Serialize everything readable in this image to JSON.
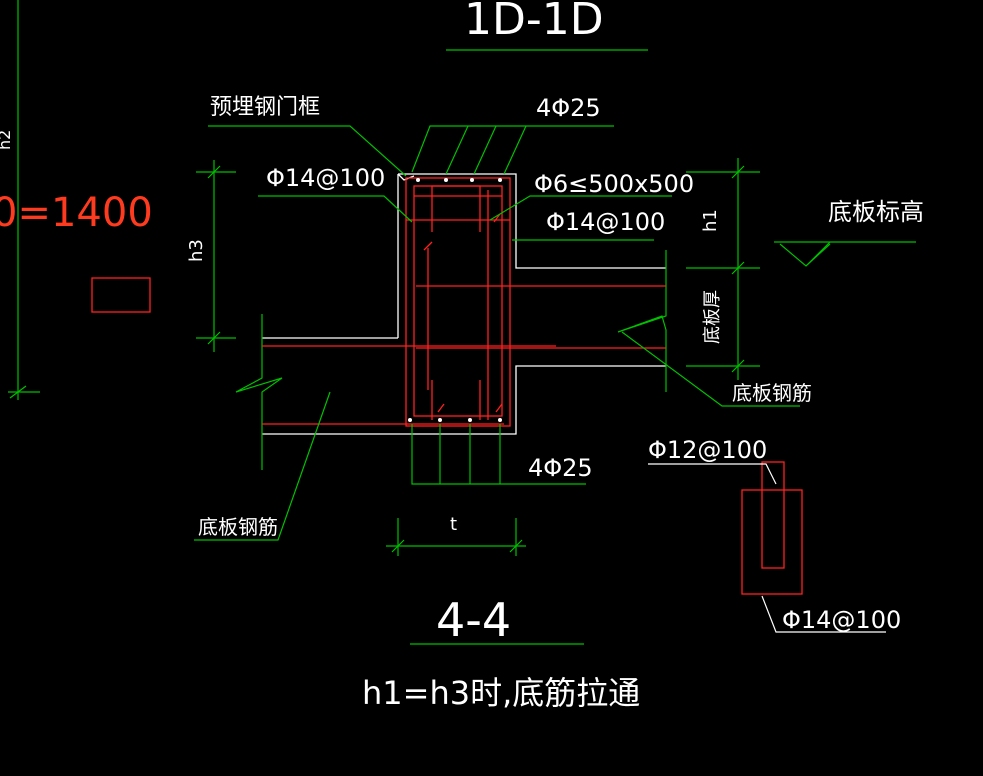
{
  "drawing": {
    "section_top_title": "1D-1D",
    "label_embedded_frame": "预埋钢门框",
    "label_top_bars": "4Φ25",
    "label_left_stirrup": "Φ14@100",
    "label_tie_bar": "Φ6≤500x500",
    "label_right_stirrup": "Φ14@100",
    "label_slab_elevation": "底板标高",
    "label_h1": "h1",
    "label_h3": "h3",
    "label_slab_thickness": "底板厚",
    "label_right_slab_rebar": "底板钢筋",
    "label_bottom_bars": "4Φ25",
    "label_left_slab_rebar": "底板钢筋",
    "label_t": "t",
    "label_small_top": "Φ12@100",
    "label_small_bottom": "Φ14@100",
    "section_title": "4-4",
    "note": "h1=h3时,底筋拉通",
    "left_partial_value": "0=1400",
    "left_partial_h": "h2"
  },
  "colors": {
    "background": "#000000",
    "dimension_green": "#00c000",
    "rebar_red": "#ff2020",
    "concrete_white": "#ffffff",
    "text_white": "#ffffff",
    "text_orange": "#ff3b1f"
  }
}
